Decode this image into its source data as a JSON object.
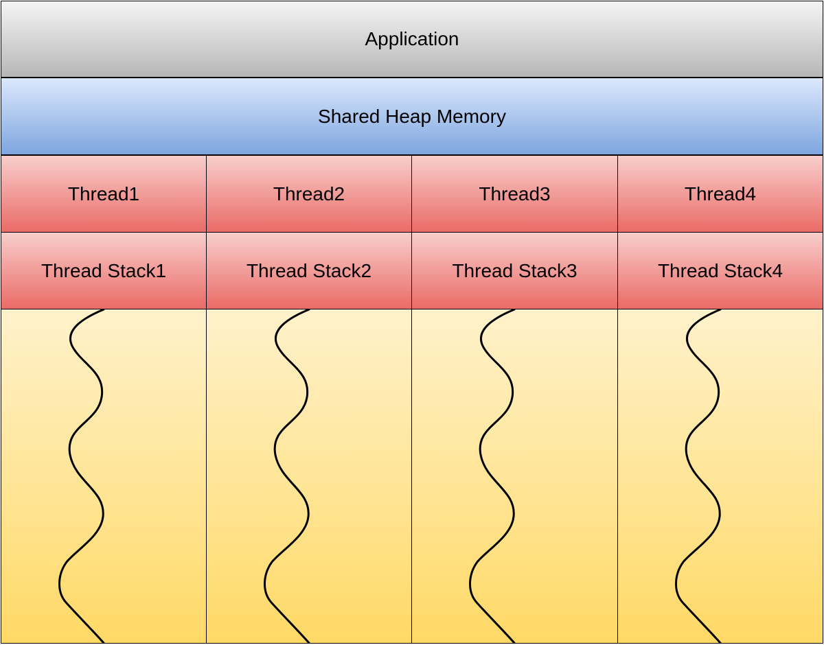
{
  "application": {
    "label": "Application"
  },
  "heap": {
    "label": "Shared Heap Memory"
  },
  "threads": [
    {
      "label": "Thread1"
    },
    {
      "label": "Thread2"
    },
    {
      "label": "Thread3"
    },
    {
      "label": "Thread4"
    }
  ],
  "stacks": [
    {
      "label": "Thread Stack1"
    },
    {
      "label": "Thread Stack2"
    },
    {
      "label": "Thread Stack3"
    },
    {
      "label": "Thread Stack4"
    }
  ],
  "colors": {
    "application_top": "#f5f5f5",
    "application_bottom": "#b6b6b6",
    "heap_top": "#dbe8fc",
    "heap_bottom": "#7ea6e0",
    "thread_top": "#f8cecc",
    "thread_bottom": "#ea6b66",
    "execution_top": "#fff2cc",
    "execution_bottom": "#ffd966",
    "stroke": "#000000"
  },
  "icons": {
    "thread_line": "wavy-thread-line-icon"
  }
}
